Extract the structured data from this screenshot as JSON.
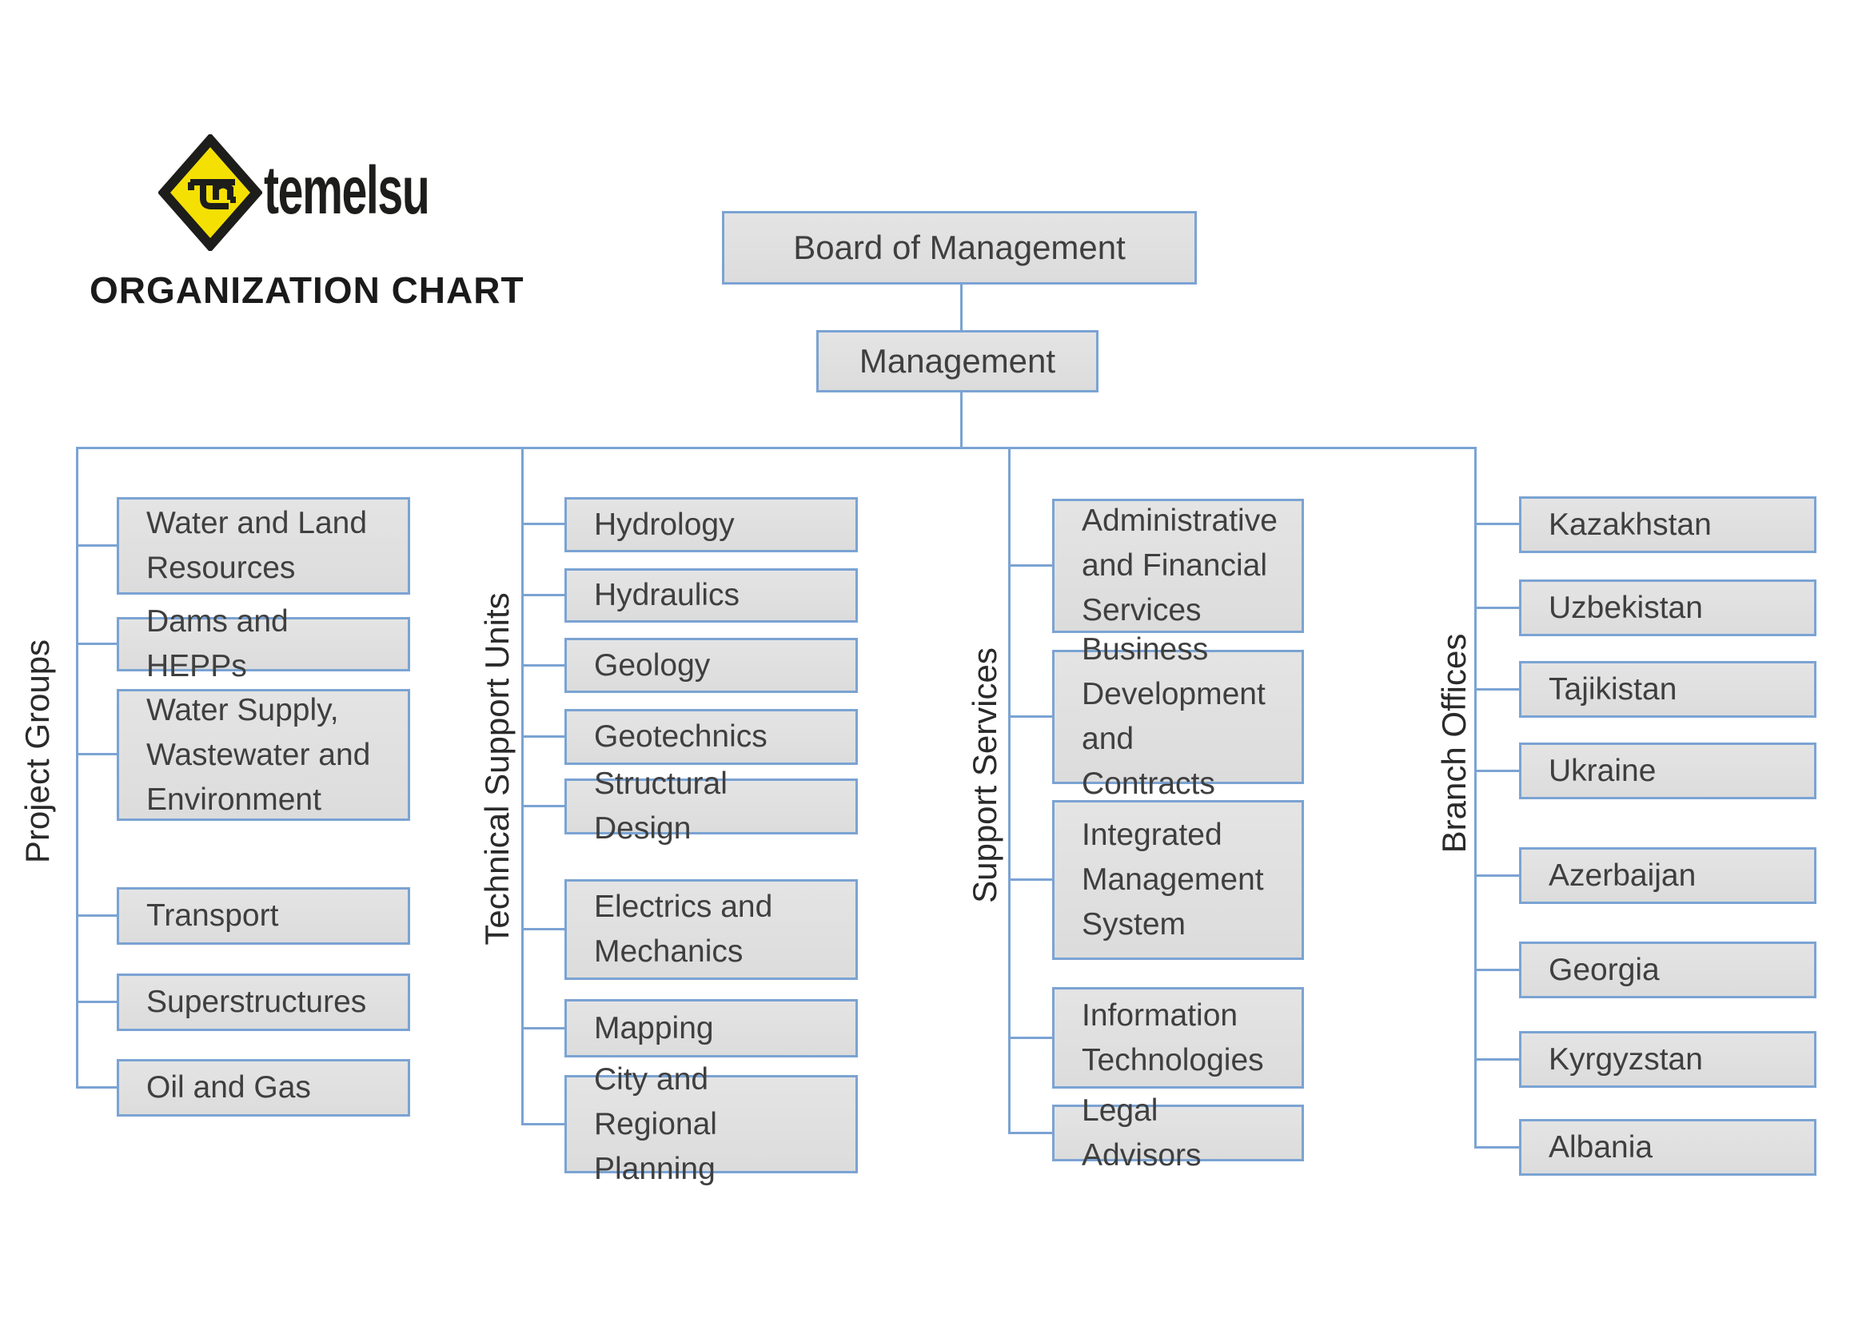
{
  "header": {
    "logo_text": "temelsu",
    "title": "ORGANIZATION CHART"
  },
  "nodes": {
    "board": "Board of Management",
    "management": "Management"
  },
  "groups": [
    {
      "label": "Project Groups",
      "items": [
        "Water and Land\nResources",
        "Dams and HEPPs",
        "Water Supply,\nWastewater and\nEnvironment",
        "Transport",
        "Superstructures",
        "Oil and Gas"
      ]
    },
    {
      "label": "Technical Support Units",
      "items": [
        "Hydrology",
        "Hydraulics",
        "Geology",
        "Geotechnics",
        "Structural Design",
        "Electrics and\nMechanics",
        "Mapping",
        "City and Regional\nPlanning"
      ]
    },
    {
      "label": "Support Services",
      "items": [
        "Administrative\nand Financial\nServices",
        "Business\nDevelopment\nand Contracts",
        "Integrated\nManagement\nSystem",
        "Information\nTechnologies",
        "Legal Advisors"
      ]
    },
    {
      "label": "Branch Offices",
      "items": [
        "Kazakhstan",
        "Uzbekistan",
        "Tajikistan",
        "Ukraine",
        "Azerbaijan",
        "Georgia",
        "Kyrgyzstan",
        "Albania"
      ]
    }
  ],
  "colors": {
    "accent_blue": "#7ba3d3",
    "box_fill": "#e0e0e0",
    "box_text": "#3f3f3f",
    "logo_yellow": "#f5e003",
    "logo_black": "#1d1d1b"
  }
}
